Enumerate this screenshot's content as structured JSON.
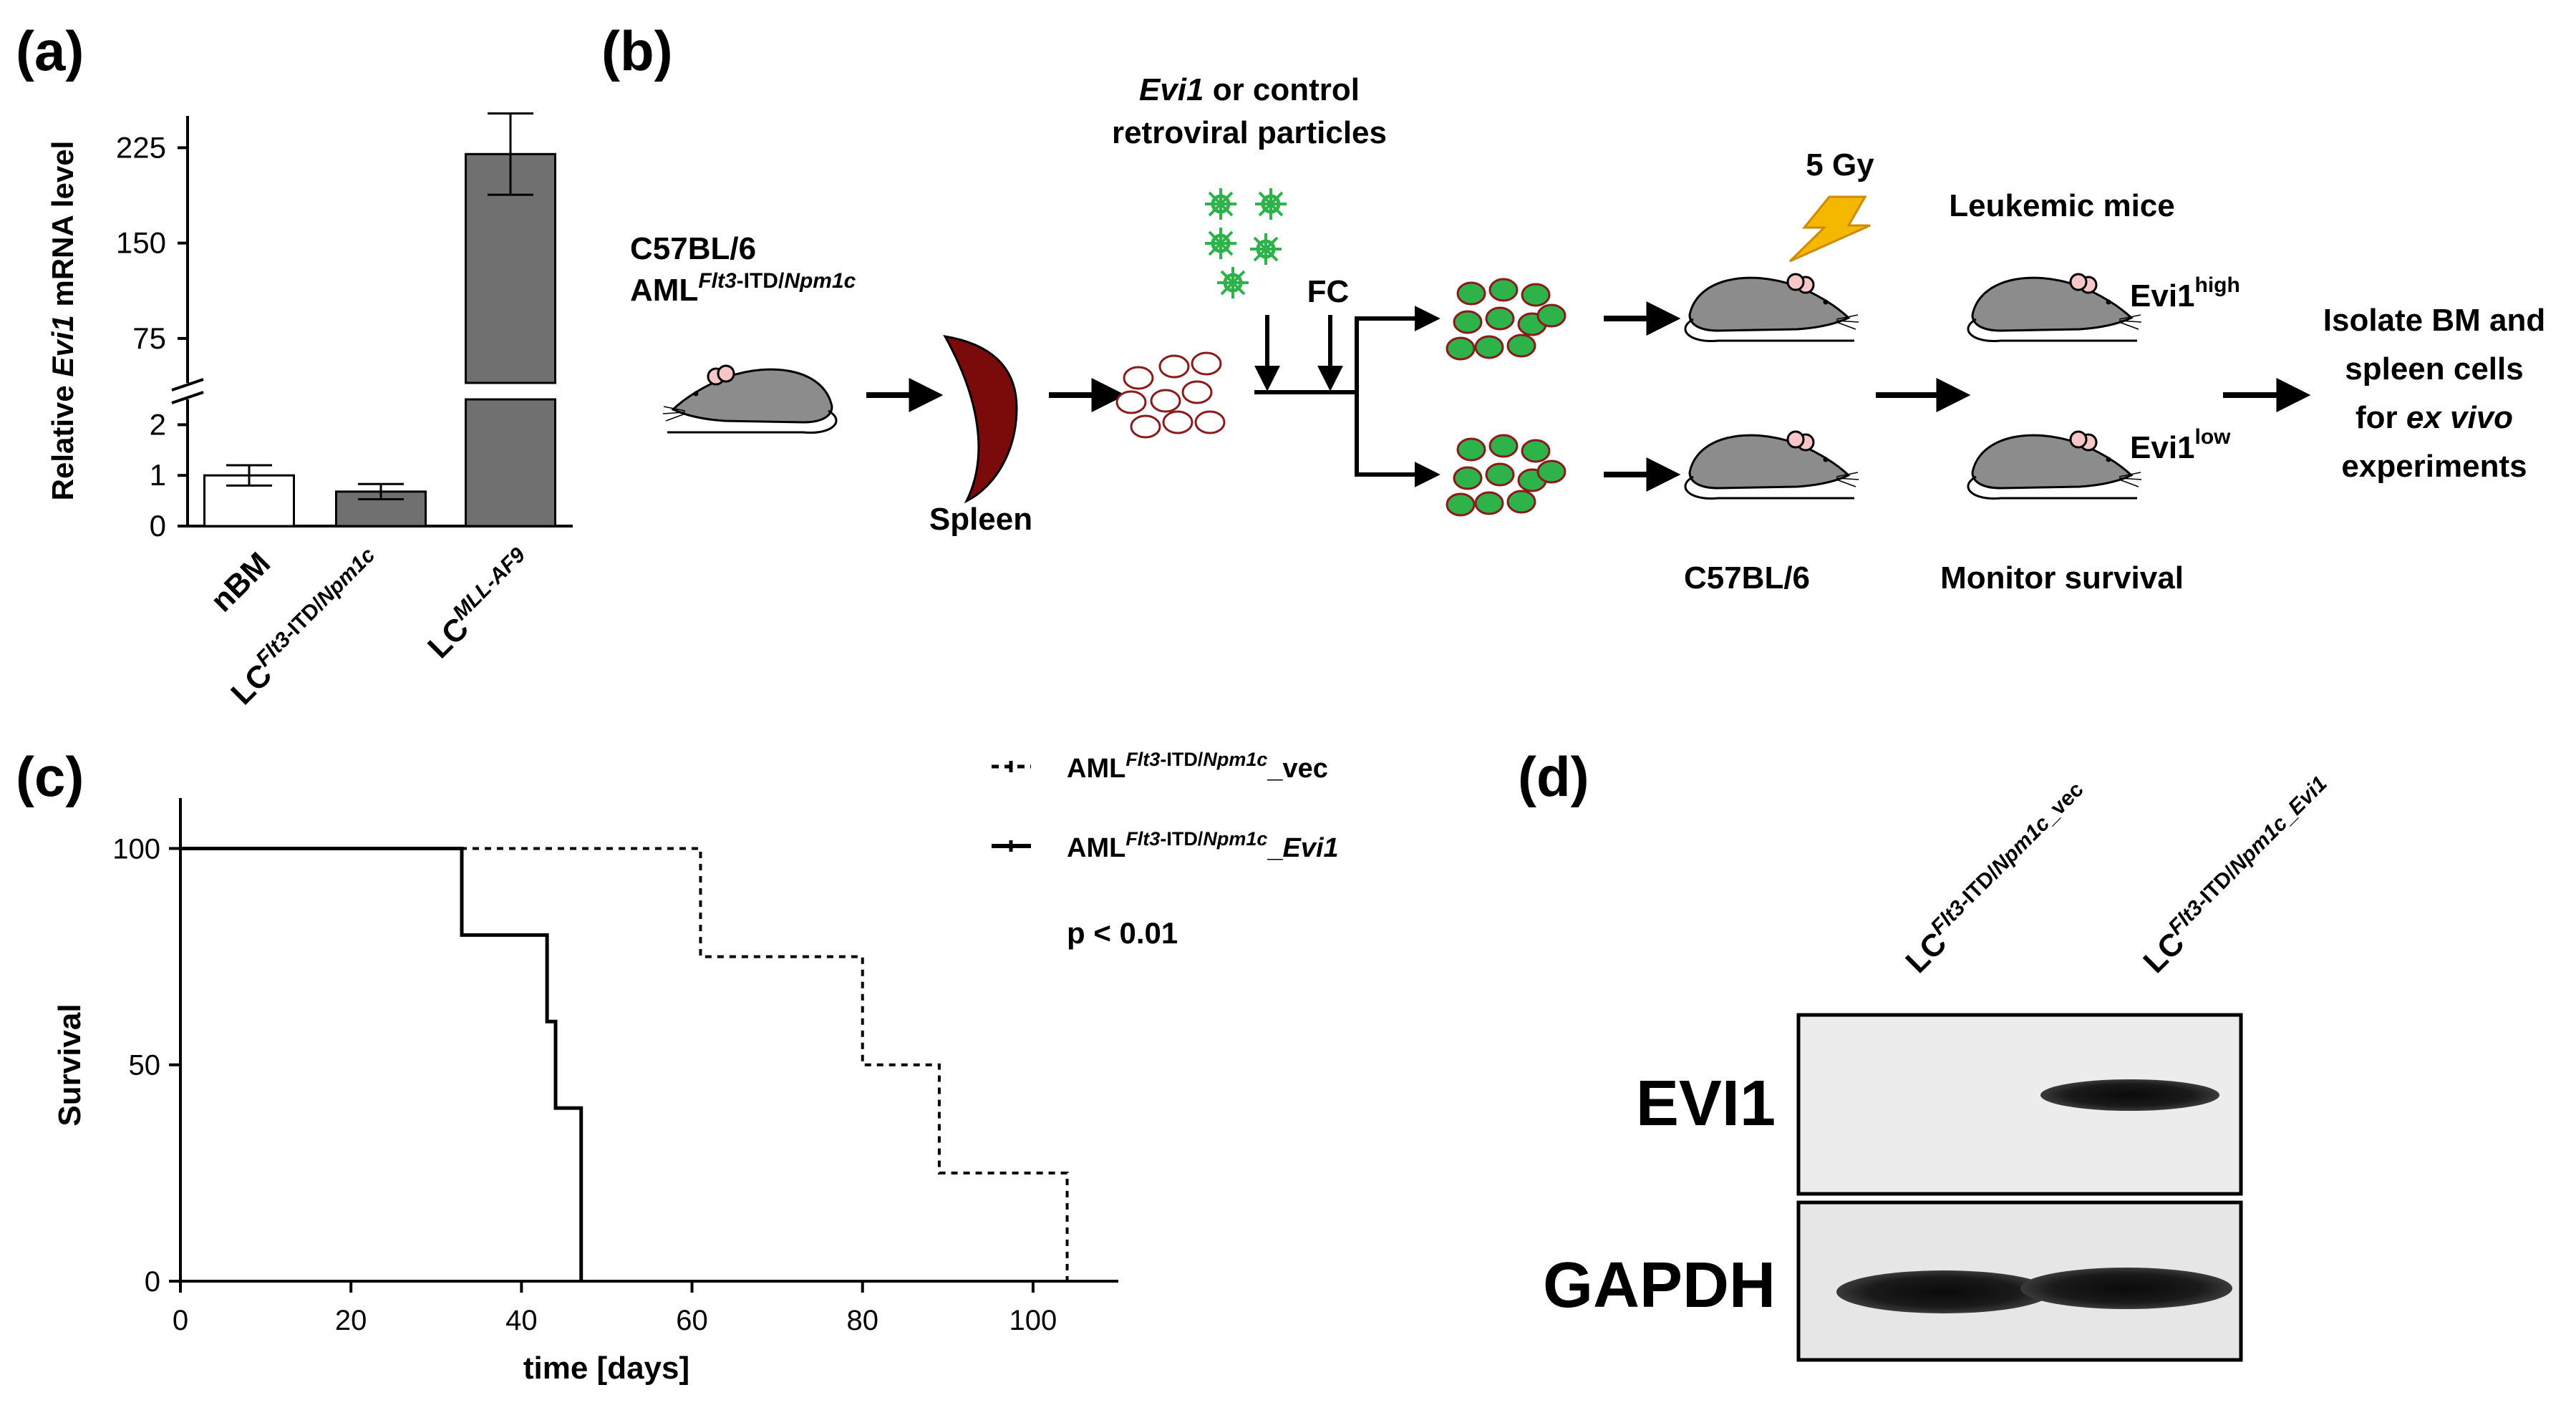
{
  "panel_labels": {
    "a": "(a)",
    "b": "(b)",
    "c": "(c)",
    "d": "(d)"
  },
  "chart_data": [
    {
      "type": "bar",
      "panel": "a",
      "ylabel": {
        "pre": "Relative ",
        "italic": "Evi1",
        "post": " mRNA level"
      },
      "categories": [
        {
          "base": "nBM",
          "sup": ""
        },
        {
          "base": "LC",
          "sup_italic1": "Flt3",
          "sup_plain": "-ITD/",
          "sup_italic2": "Npm1c"
        },
        {
          "base": "LC",
          "sup_italic1": "MLL-AF9",
          "sup_plain": "",
          "sup_italic2": ""
        }
      ],
      "values": [
        1.0,
        0.68,
        220
      ],
      "errors": [
        0.2,
        0.15,
        32
      ],
      "colors": [
        "#ffffff",
        "#707070",
        "#707070"
      ],
      "broken_axis": true,
      "lower_ylim": [
        0,
        2.5
      ],
      "upper_ylim": [
        40,
        250
      ],
      "yticks_lower": [
        0,
        1,
        2
      ],
      "yticks_upper": [
        75,
        150,
        225
      ]
    },
    {
      "type": "line",
      "panel": "c",
      "subtype": "kaplan-meier",
      "xlabel": "time [days]",
      "ylabel": "Survival",
      "xlim": [
        0,
        110
      ],
      "ylim": [
        0,
        110
      ],
      "xticks": [
        0,
        20,
        40,
        60,
        80,
        100
      ],
      "yticks": [
        0,
        50,
        100
      ],
      "series": [
        {
          "key": "vec",
          "dashed": true,
          "x": [
            0,
            61,
            61,
            80,
            80,
            89,
            89,
            104,
            104
          ],
          "y": [
            100,
            100,
            75,
            75,
            50,
            50,
            25,
            25,
            0
          ]
        },
        {
          "key": "evi1",
          "dashed": false,
          "x": [
            0,
            33,
            33,
            43,
            43,
            44,
            44,
            47,
            47
          ],
          "y": [
            100,
            100,
            80,
            80,
            60,
            60,
            40,
            40,
            0
          ]
        }
      ],
      "legend": {
        "items": [
          {
            "base": "AML",
            "sup_italic": "Flt3",
            "sup_plain": "-ITD/",
            "sup_italic2": "Npm1c",
            "suffix_plain": "_vec",
            "suffix_italic": ""
          },
          {
            "base": "AML",
            "sup_italic": "Flt3",
            "sup_plain": "-ITD/",
            "sup_italic2": "Npm1c",
            "suffix_plain": "_",
            "suffix_italic": "Evi1"
          }
        ],
        "pvalue": "p < 0.01"
      }
    }
  ],
  "diagram": {
    "strain": "C57BL/6",
    "aml_label": {
      "base": "AML",
      "sup_italic": "Flt3",
      "sup_plain": "-ITD/",
      "sup_italic2": "Npm1c"
    },
    "spleen": "Spleen",
    "particles_line1_italic": "Evi1",
    "particles_line1_rest": " or control",
    "particles_line2": "retroviral particles",
    "fc": "FC",
    "dose": "5 Gy",
    "recipient": "C57BL/6",
    "leukemic": "Leukemic mice",
    "evi_high": {
      "base": "Evi1",
      "sup": "high"
    },
    "evi_low": {
      "base": "Evi1",
      "sup": "low"
    },
    "monitor": "Monitor survival",
    "isolate_1": "Isolate BM and",
    "isolate_2": "spleen cells",
    "isolate_3_pre": "for ",
    "isolate_3_italic": "ex vivo",
    "isolate_4": "experiments",
    "colors": {
      "mouse": "#8c8c8c",
      "spleen": "#7b0a0a",
      "virus": "#2db34a",
      "cell_fill": "#2db34a",
      "cell_edge": "#8b1a1a",
      "bolt": "#f5b800"
    }
  },
  "blot": {
    "lanes": [
      {
        "base": "LC",
        "sup_italic": "Flt3",
        "sup_plain": "-ITD/",
        "sup_italic2": "Npm1c",
        "suffix_plain": "_vec",
        "suffix_italic": ""
      },
      {
        "base": "LC",
        "sup_italic": "Flt3",
        "sup_plain": "-ITD/",
        "sup_italic2": "Npm1c",
        "suffix_plain": "_",
        "suffix_italic": "Evi1"
      }
    ],
    "rows": [
      "EVI1",
      "GAPDH"
    ]
  }
}
